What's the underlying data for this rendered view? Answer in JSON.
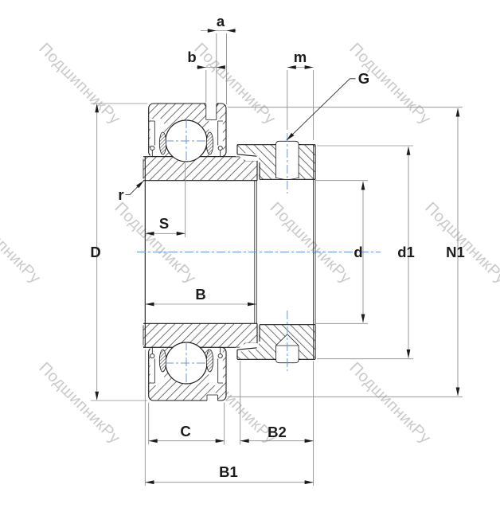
{
  "drawing": {
    "labels": {
      "a": "a",
      "b": "b",
      "m": "m",
      "G": "G",
      "r": "r",
      "S": "S",
      "D": "D",
      "B": "B",
      "d": "d",
      "d1": "d1",
      "N1": "N1",
      "C": "C",
      "B2": "B2",
      "B1": "B1"
    }
  },
  "watermark": {
    "text": "ПодшипникРу"
  },
  "colors": {
    "line": "#1c1c1c",
    "dimension": "#8a8a8a",
    "centerline": "#6f96d2",
    "watermark": "#cacaca",
    "background": "#ffffff"
  }
}
